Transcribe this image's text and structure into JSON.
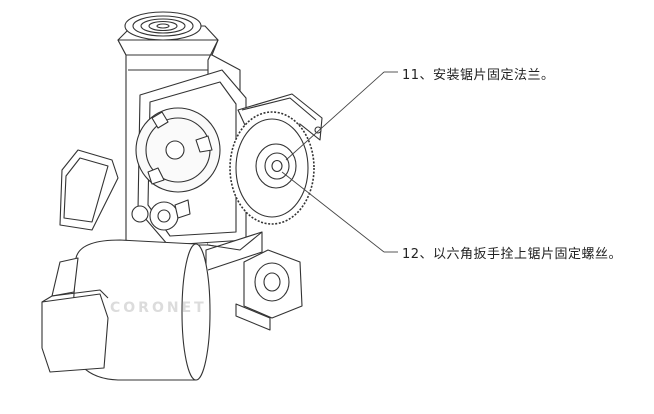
{
  "callouts": {
    "c11": "11、安装锯片固定法兰。",
    "c12": "12、以六角扳手拴上锯片固定螺丝。"
  },
  "watermark": "CORONET",
  "colors": {
    "line": "#333333",
    "fill": "#ffffff",
    "light": "#e6e6e6",
    "watermark": "#dcdcdc"
  }
}
